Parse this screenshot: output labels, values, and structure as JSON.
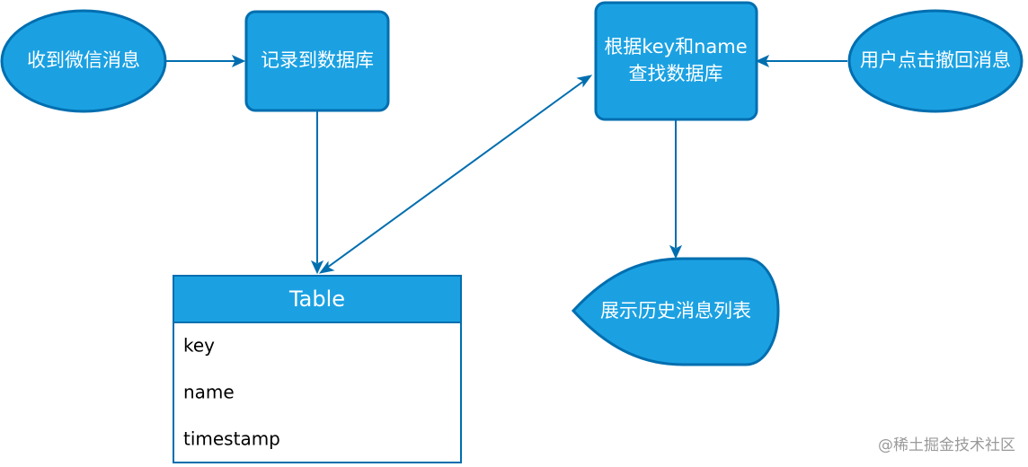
{
  "nodes": {
    "receive_wechat": {
      "label": "收到微信消息"
    },
    "record_db": {
      "label": "记录到数据库"
    },
    "lookup_db": {
      "label_line1": "根据key和name",
      "label_line2": "查找数据库"
    },
    "user_recall": {
      "label": "用户点击撤回消息"
    },
    "show_history": {
      "label": "展示历史消息列表"
    }
  },
  "table": {
    "title": "Table",
    "fields": [
      "key",
      "name",
      "timestamp"
    ]
  },
  "watermark": "@稀土掘金技术社区",
  "colors": {
    "node_fill": "#1ba1e2",
    "node_stroke": "#006eaf",
    "edge": "#006eaf"
  }
}
